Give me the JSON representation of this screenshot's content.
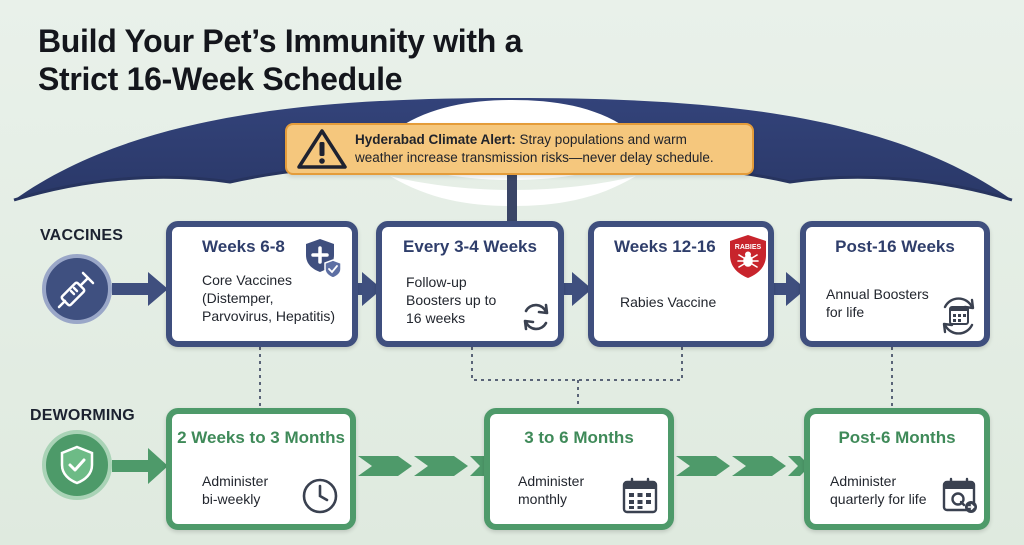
{
  "title_line1": "Build Your Pet’s Immunity with a",
  "title_line2": "Strict 16-Week Schedule",
  "alert": {
    "bold": "Hyderabad Climate Alert:",
    "line1": " Stray populations and warm",
    "line2": "weather increase transmission risks—never delay schedule."
  },
  "rows": {
    "vaccines": "VACCINES",
    "deworming": "DEWORMING"
  },
  "vaccine_cards": [
    {
      "title": "Weeks 6-8",
      "lines": [
        "Core Vaccines",
        "(Distemper,",
        "Parvovirus, Hepatitis)"
      ],
      "icon": "shield-plus-icon"
    },
    {
      "title": "Every 3-4 Weeks",
      "lines": [
        "Follow-up",
        "Boosters up to",
        "16 weeks"
      ],
      "icon": "refresh-cycle-icon"
    },
    {
      "title": "Weeks 12-16",
      "lines": [
        "Rabies Vaccine"
      ],
      "icon": "rabies-badge-icon",
      "badge": "RABIES"
    },
    {
      "title": "Post-16 Weeks",
      "lines": [
        "Annual Boosters",
        "for life"
      ],
      "icon": "calendar-cycle-icon"
    }
  ],
  "deworm_cards": [
    {
      "title": "2 Weeks to 3 Months",
      "lines": [
        "Administer",
        "bi-weekly"
      ],
      "icon": "clock-icon"
    },
    {
      "title": "3 to 6 Months",
      "lines": [
        "Administer",
        "monthly"
      ],
      "icon": "calendar-grid-icon"
    },
    {
      "title": "Post-6 Months",
      "lines": [
        "Administer",
        "quarterly for life"
      ],
      "icon": "calendar-q-icon"
    }
  ],
  "colors": {
    "vaccine_accent": "#3f4f7e",
    "deworm_accent": "#4e9a6a",
    "alert_bg": "#f5c77d",
    "rabies_red": "#c8242c"
  }
}
